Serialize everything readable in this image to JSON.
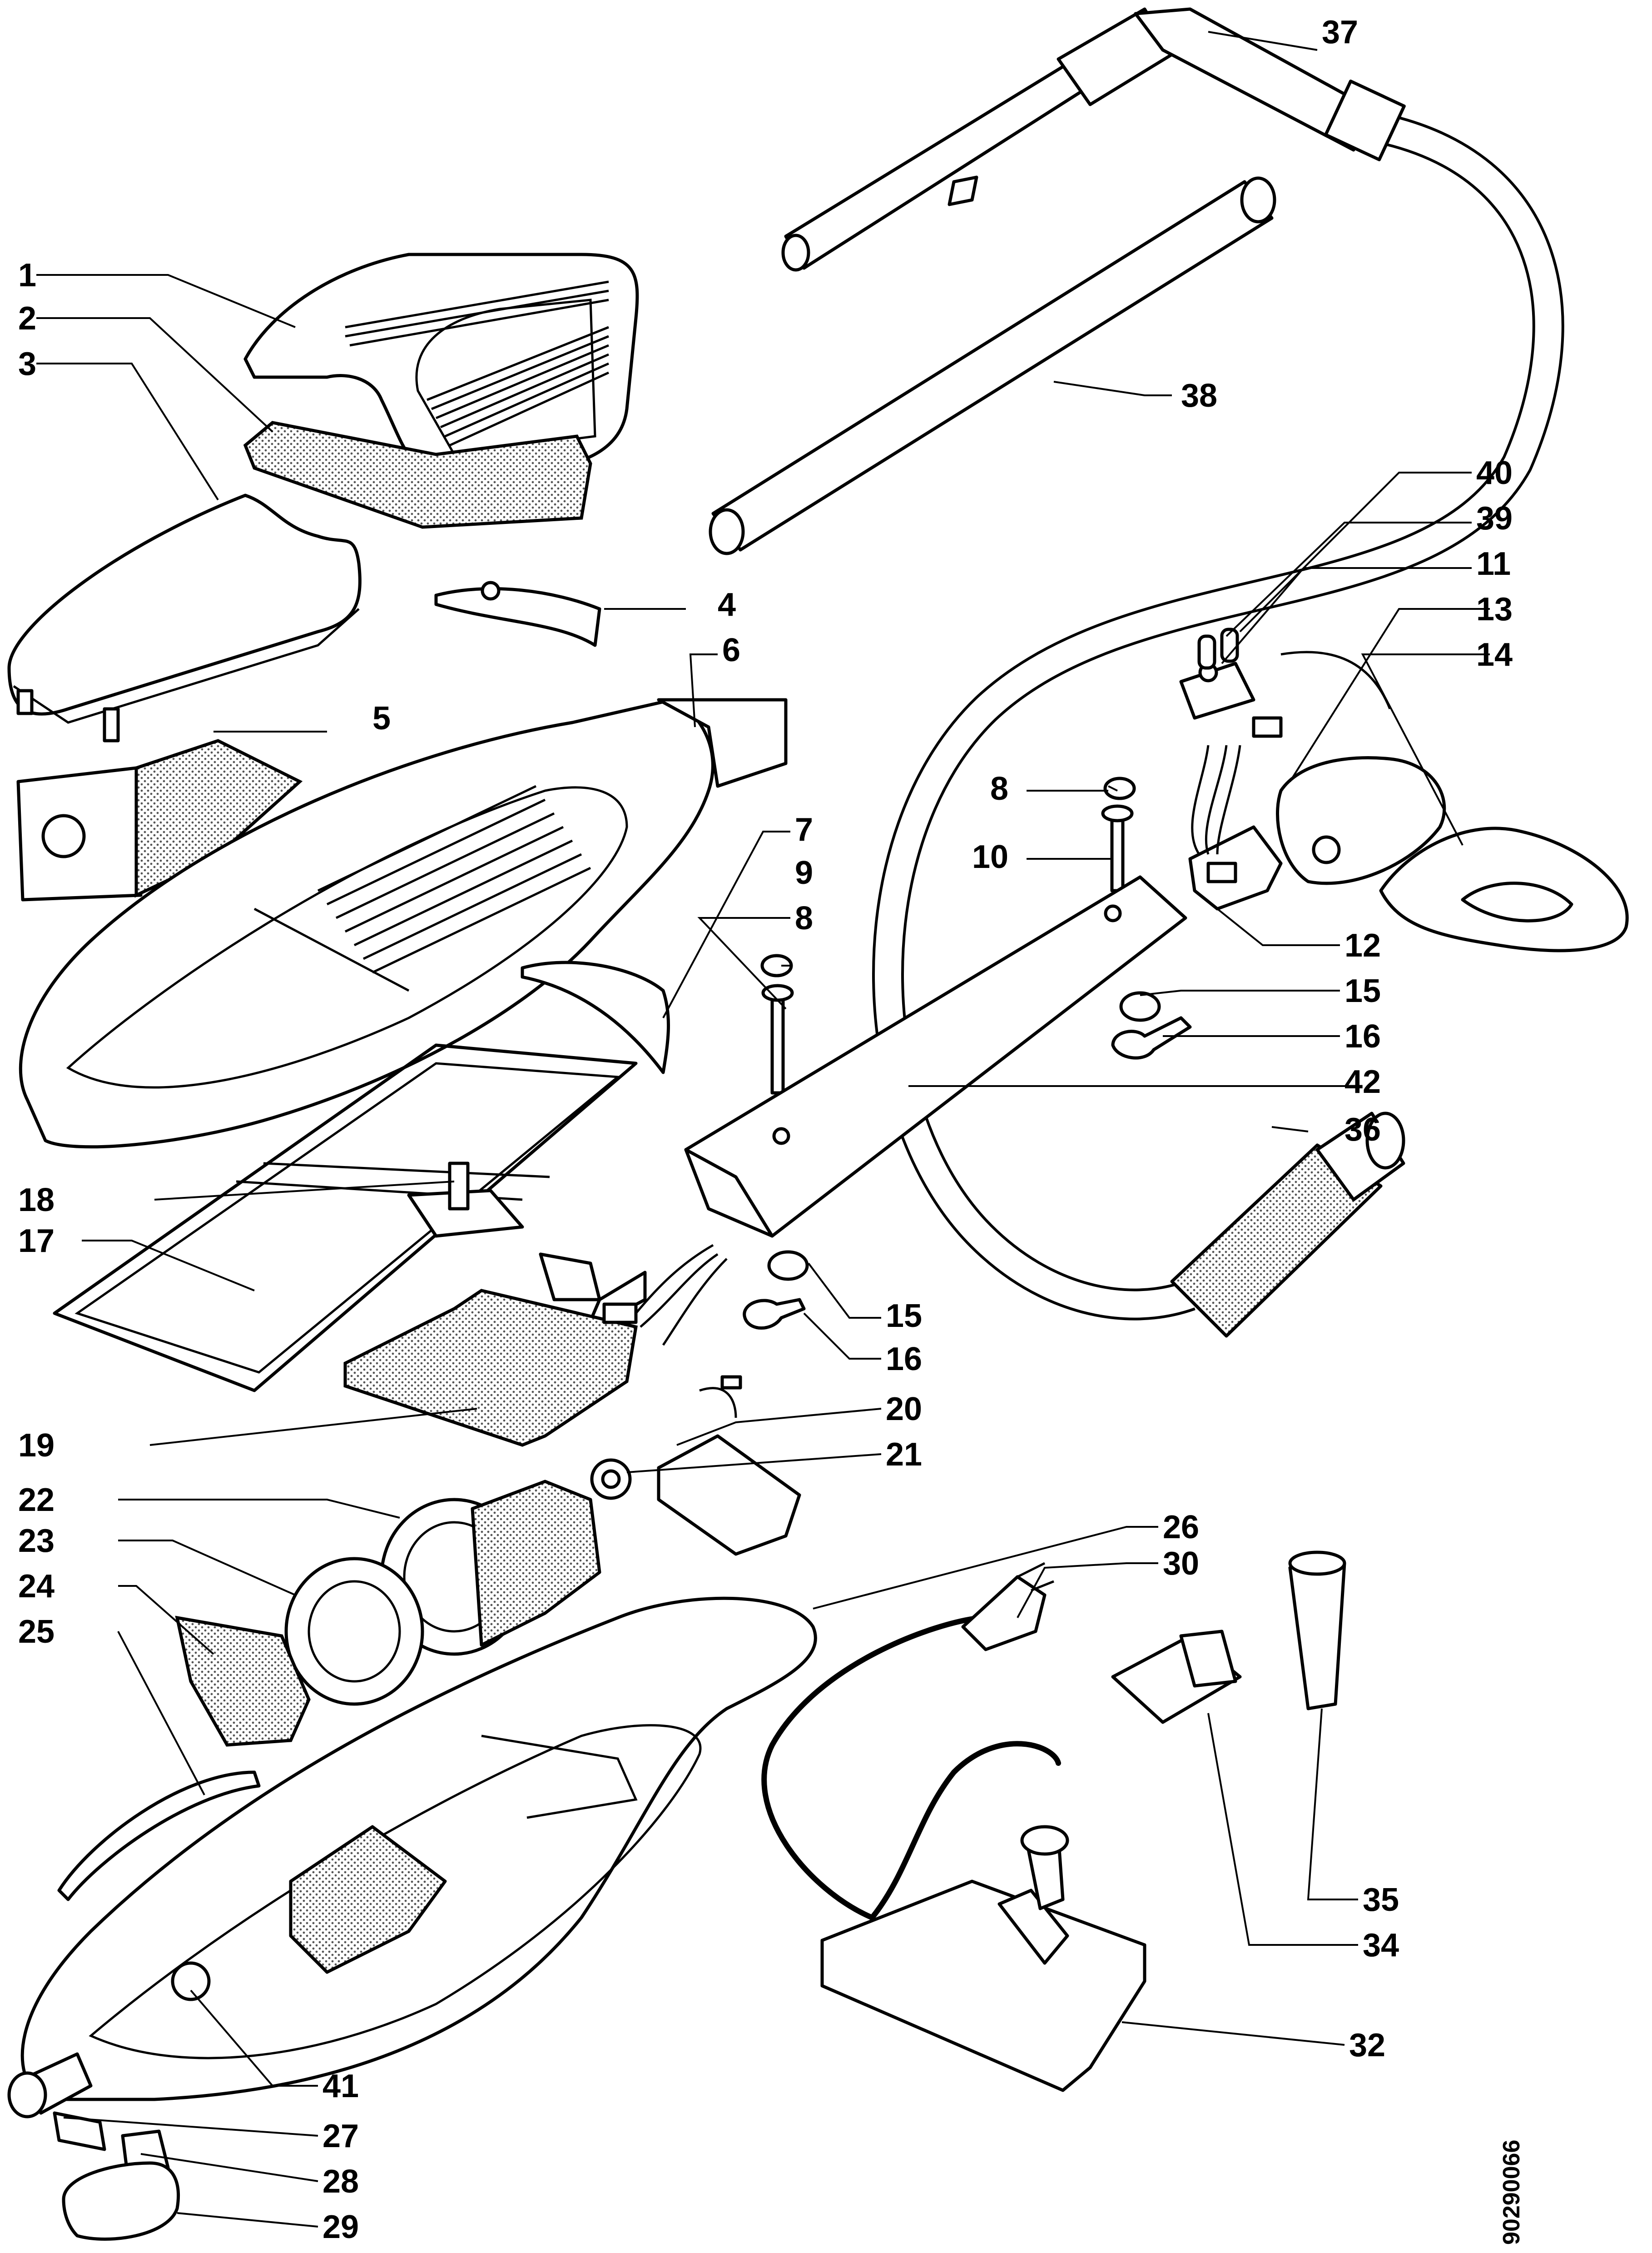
{
  "callouts": {
    "c1": "1",
    "c2": "2",
    "c3": "3",
    "c4": "4",
    "c5": "5",
    "c6": "6",
    "c7": "7",
    "c8a": "8",
    "c8b": "8",
    "c9": "9",
    "c10": "10",
    "c11": "11",
    "c12": "12",
    "c13": "13",
    "c14": "14",
    "c15a": "15",
    "c15b": "15",
    "c16a": "16",
    "c16b": "16",
    "c17": "17",
    "c18": "18",
    "c19": "19",
    "c20": "20",
    "c21": "21",
    "c22": "22",
    "c23": "23",
    "c24": "24",
    "c25": "25",
    "c26": "26",
    "c27": "27",
    "c28": "28",
    "c29": "29",
    "c30": "30",
    "c32": "32",
    "c34": "34",
    "c35": "35",
    "c36": "36",
    "c37": "37",
    "c38": "38",
    "c39": "39",
    "c40": "40",
    "c41": "41",
    "c42": "42"
  },
  "drawing_number": "90290066"
}
